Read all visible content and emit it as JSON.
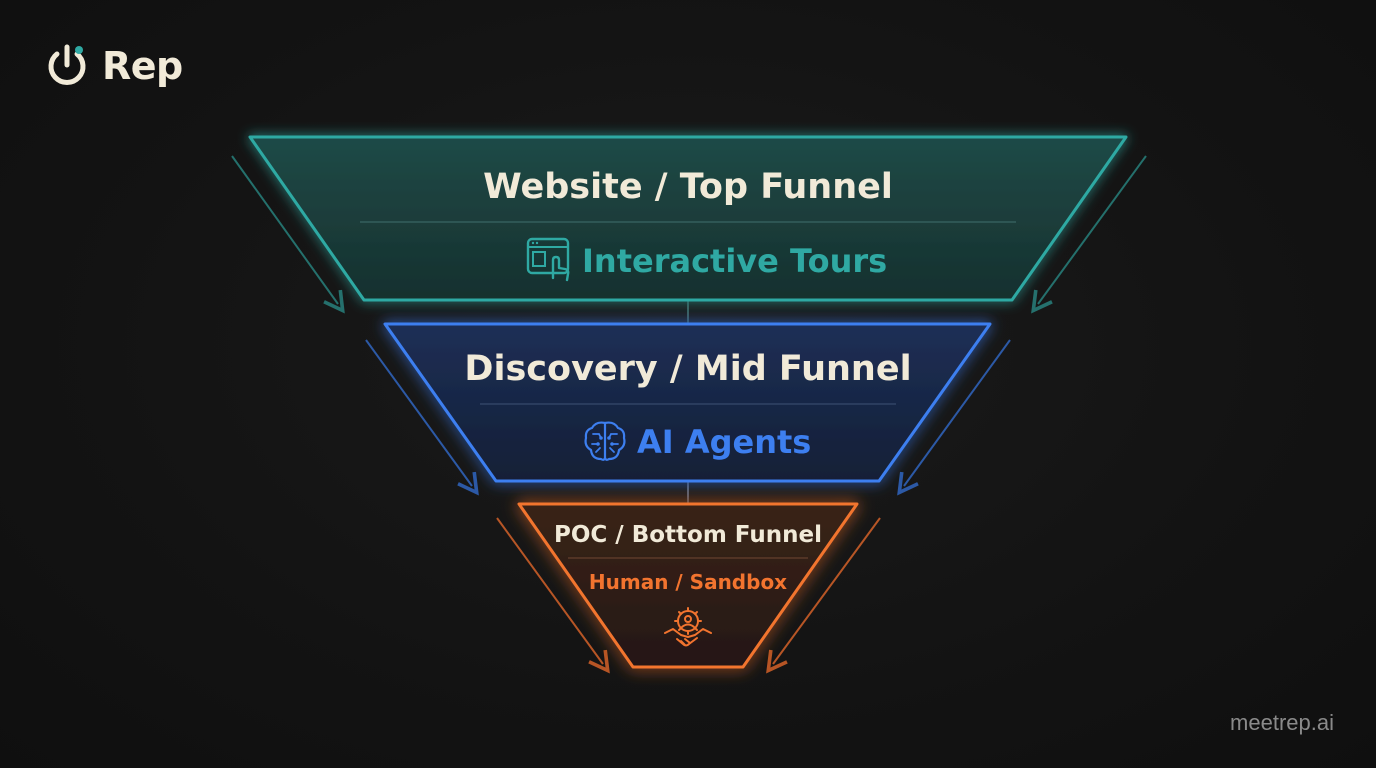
{
  "brand": {
    "name": "Rep",
    "logo_icon": "power-icon",
    "watermark": "meetrep.ai"
  },
  "stages": [
    {
      "title": "Website / Top Funnel",
      "subtitle": "Interactive Tours",
      "icon": "browser-touch-icon",
      "color": "#2fa9a3"
    },
    {
      "title": "Discovery / Mid Funnel",
      "subtitle": "AI Agents",
      "icon": "brain-circuit-icon",
      "color": "#3d7ff0"
    },
    {
      "title": "POC / Bottom Funnel",
      "subtitle": "Human / Sandbox",
      "icon": "handshake-gear-icon",
      "color": "#f2742f"
    }
  ],
  "colors": {
    "background": "#141414",
    "title_text": "#f1ead8",
    "teal": "#2fa9a3",
    "blue": "#3d7ff0",
    "orange": "#f2742f"
  }
}
